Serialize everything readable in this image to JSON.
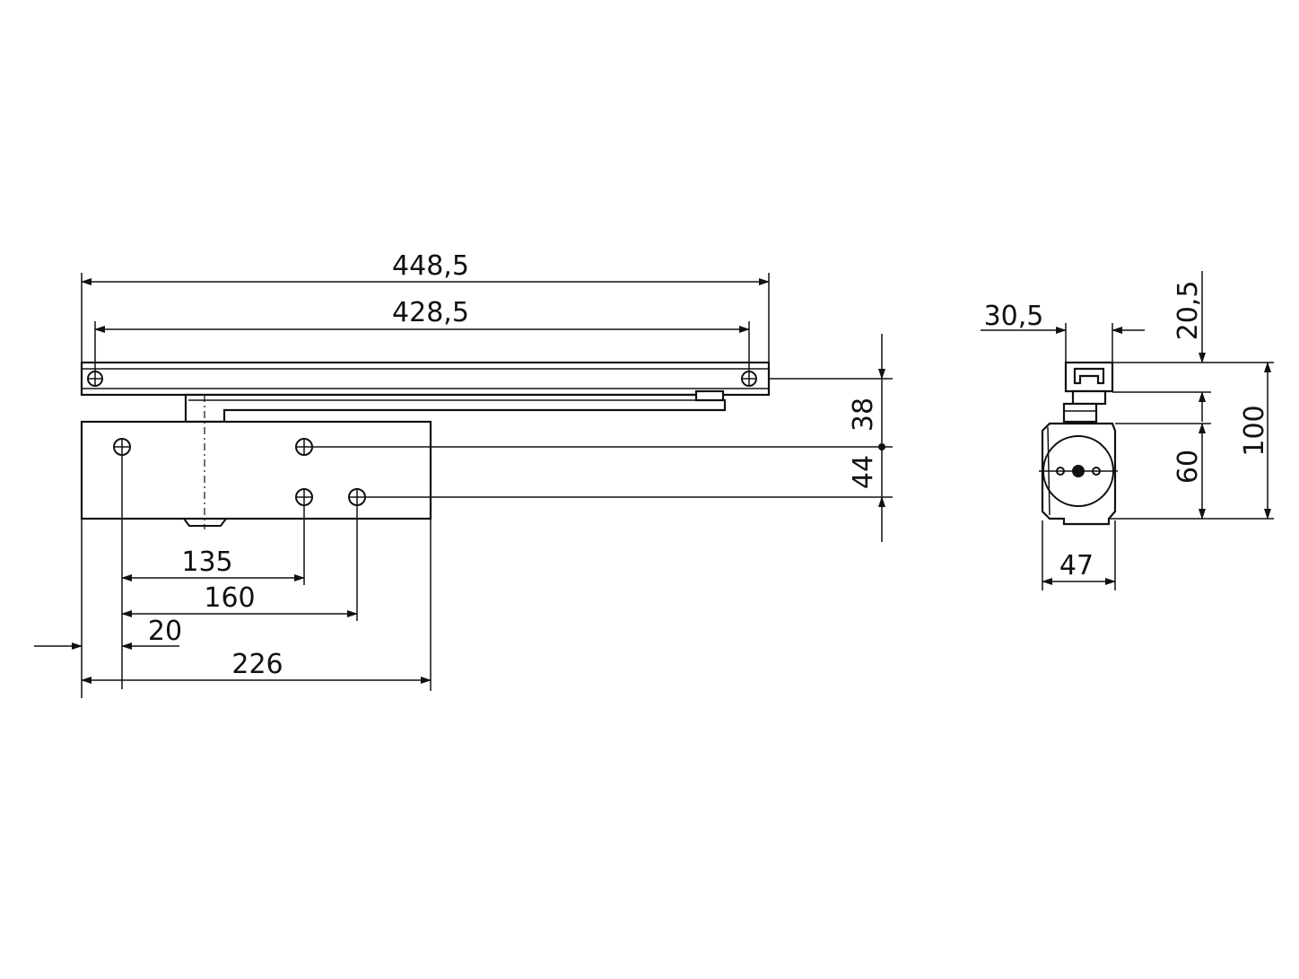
{
  "diagram": {
    "front_view": {
      "dim_overall_rail": "448,5",
      "dim_rail_holes": "428,5",
      "dim_rail_to_top_hole": "38",
      "dim_hole_vertical_spacing": "44",
      "dim_hole_135": "135",
      "dim_hole_160": "160",
      "dim_edge_to_first_hole": "20",
      "dim_body_length": "226"
    },
    "side_view": {
      "dim_rail_depth": "30,5",
      "dim_rail_height": "20,5",
      "dim_total_height": "100",
      "dim_body_height": "60",
      "dim_body_depth": "47"
    }
  }
}
